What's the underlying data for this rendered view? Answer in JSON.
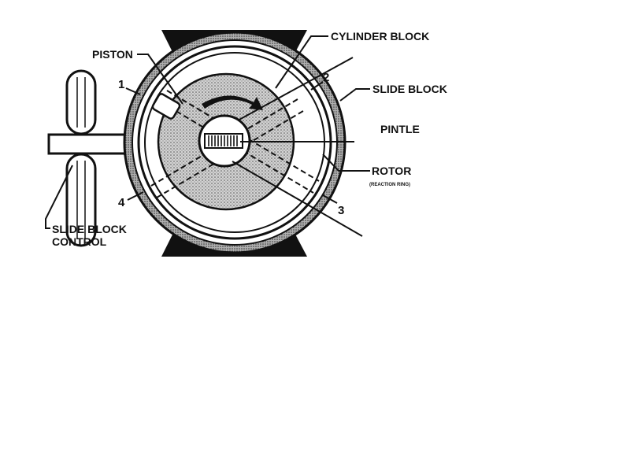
{
  "labels": {
    "piston": "PISTON",
    "cylinder_block": "CYLINDER BLOCK",
    "slide_block": "SLIDE BLOCK",
    "pintle": "PINTLE",
    "rotor": "ROTOR",
    "reaction_ring": "(REACTION RING)",
    "slide_block_control_1": "SLIDE BLOCK",
    "slide_block_control_2": "CONTROL"
  },
  "numbers": {
    "n1": "1",
    "n2": "2",
    "n3": "3",
    "n4": "4"
  },
  "colors": {
    "ink": "#111111",
    "paper": "#ffffff",
    "stipple": "#bdbdbd"
  }
}
